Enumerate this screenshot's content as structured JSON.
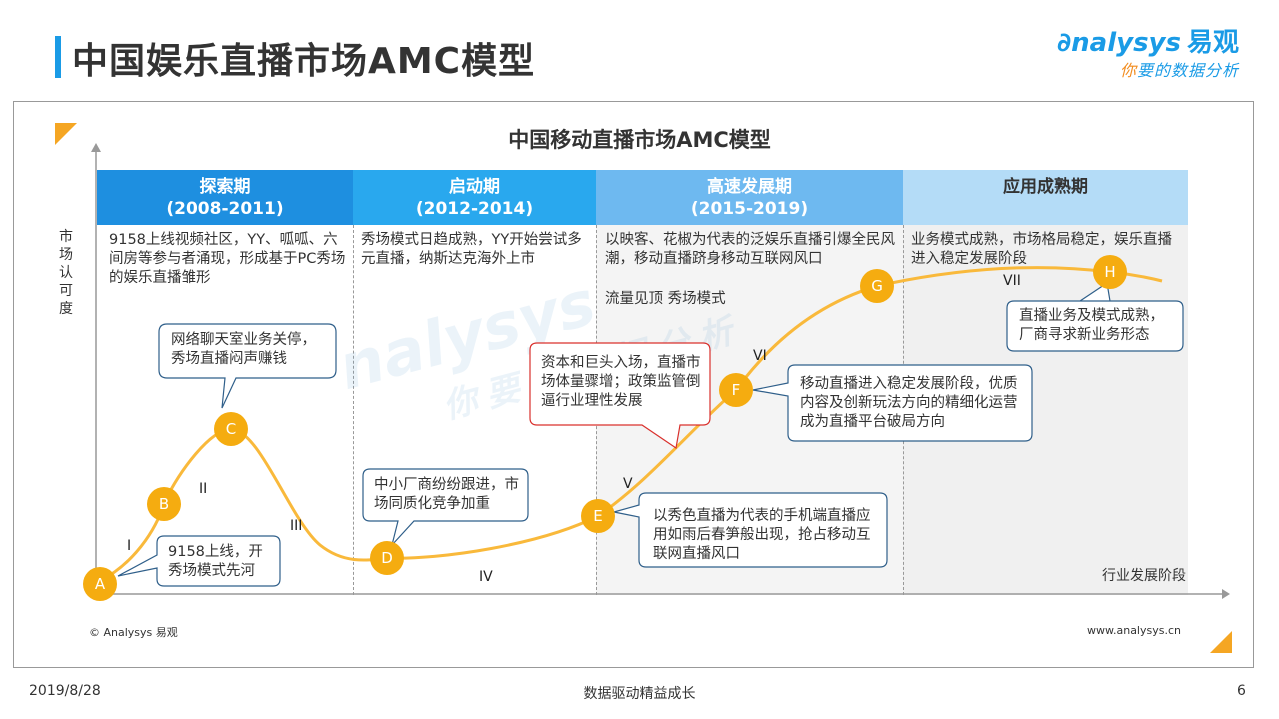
{
  "header": {
    "title": "中国娱乐直播市场AMC模型",
    "logo_brand": "nalysys",
    "logo_cn": "易观",
    "slogan_first": "你",
    "slogan_rest": "要的数据分析"
  },
  "diagram": {
    "title": "中国移动直播市场AMC模型",
    "y_label": "市场认可度",
    "x_label": "行业发展阶段",
    "phases": [
      {
        "name": "探索期",
        "years": "(2008-2011)",
        "header_color": "#1e8fe0",
        "bg_color": "#ffffff",
        "desc": "9158上线视频社区，YY、呱呱、六间房等参与者涌现，形成基于PC秀场的娱乐直播雏形"
      },
      {
        "name": "启动期",
        "years": "(2012-2014)",
        "header_color": "#29a8ee",
        "bg_color": "#ffffff",
        "desc": "秀场模式日趋成熟，YY开始尝试多元直播，纳斯达克海外上市"
      },
      {
        "name": "高速发展期",
        "years": "(2015-2019)",
        "header_color": "#6eb9f0",
        "bg_color": "#f4f4f4",
        "desc": "以映客、花椒为代表的泛娱乐直播引爆全民风潮，移动直播跻身移动互联网风口",
        "desc2": "流量见顶 秀场模式"
      },
      {
        "name": "应用成熟期",
        "years": "",
        "header_color": "#b4dcf7",
        "bg_color": "#f0f0f0",
        "desc": "业务模式成熟，市场格局稳定，娱乐直播进入稳定发展阶段"
      }
    ],
    "points": [
      "A",
      "B",
      "C",
      "D",
      "E",
      "F",
      "G",
      "H"
    ],
    "stages": [
      "I",
      "II",
      "III",
      "IV",
      "V",
      "VI",
      "VII"
    ],
    "callouts": {
      "a": "9158上线，开秀场模式先河",
      "c": "网络聊天室业务关停，秀场直播闷声赚钱",
      "d": "中小厂商纷纷跟进，市场同质化竞争加重",
      "red": "资本和巨头入场，直播市场体量骤增；政策监管倒逼行业理性发展",
      "e": "以秀色直播为代表的手机端直播应用如雨后春笋般出现，抢占移动互联网直播风口",
      "f": "移动直播进入稳定发展阶段，优质内容及创新玩法方向的精细化运营成为直播平台破局方向",
      "h": "直播业务及模式成熟，厂商寻求新业务形态"
    },
    "colors": {
      "curve": "#f9b93b",
      "point": "#f5ac10",
      "callout_border": "#2f5f8a",
      "callout_red": "#d9302c",
      "accent": "#f5a623"
    }
  },
  "footer": {
    "copyright": "© Analysys 易观",
    "website": "www.analysys.cn",
    "date": "2019/8/28",
    "tagline": "数据驱动精益成长",
    "page": "6"
  }
}
